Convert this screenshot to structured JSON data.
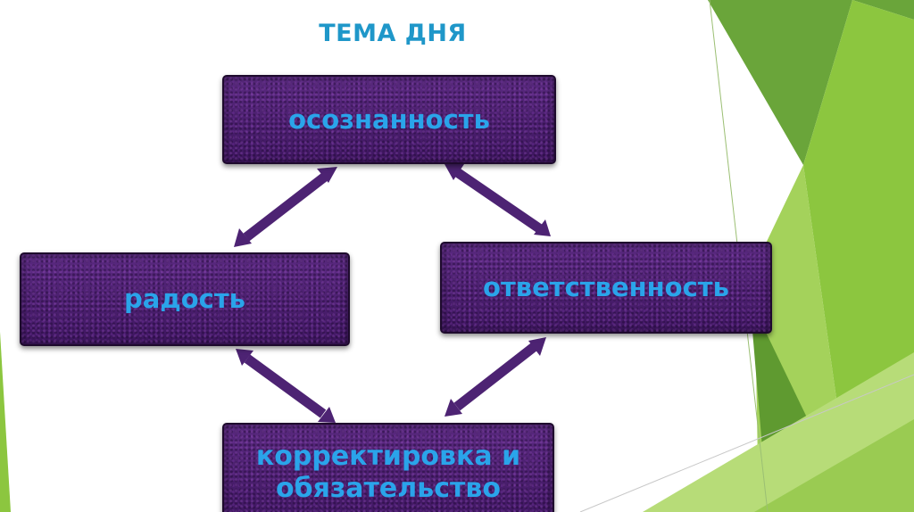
{
  "slide": {
    "title": "ТЕМА ДНЯ",
    "nodes": {
      "top": "осознанность",
      "left": "радость",
      "right": "ответственность",
      "bottom": "корректировка и обязательство"
    }
  },
  "colors": {
    "title": "#1f97c9",
    "node_text": "#2aa4ea",
    "node_fill": "#4a1f6c",
    "arrow": "#4d2373",
    "decor_green_dark": "#6aa53a",
    "decor_green_light": "#a4d25b"
  }
}
